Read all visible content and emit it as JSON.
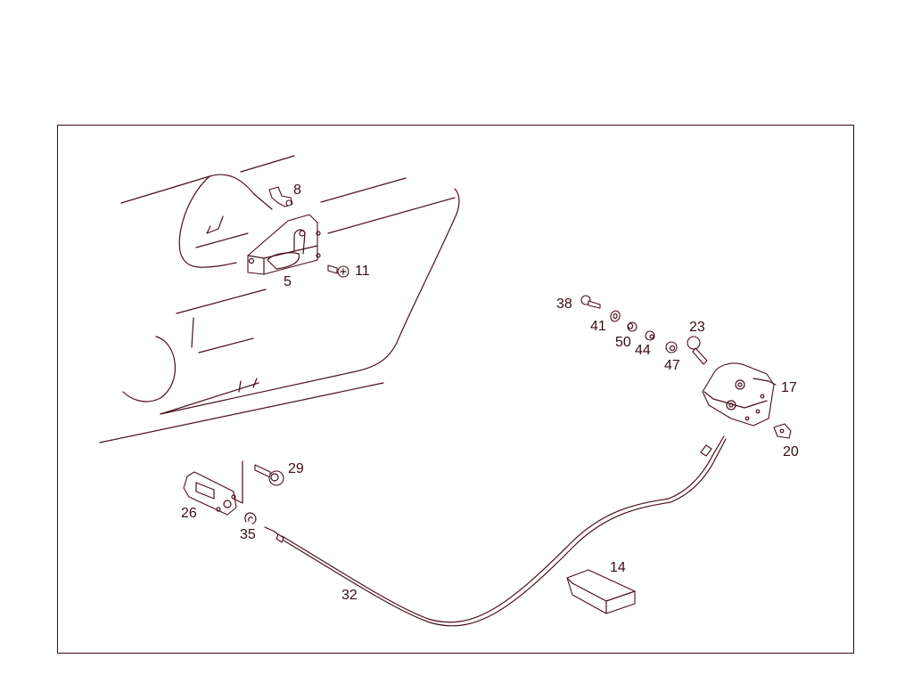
{
  "diagram": {
    "type": "exploded-parts-view",
    "subject": "door lock / central locking actuator assembly with cable",
    "line_color": "#4a0f1c",
    "background": "#ffffff",
    "callouts": [
      {
        "id": "8",
        "label": "8",
        "part": "plug/clip"
      },
      {
        "id": "5",
        "label": "5",
        "part": "door handle bracket"
      },
      {
        "id": "11",
        "label": "11",
        "part": "screw"
      },
      {
        "id": "38",
        "label": "38",
        "part": "bolt"
      },
      {
        "id": "41",
        "label": "41",
        "part": "washer"
      },
      {
        "id": "50",
        "label": "50",
        "part": "bushing"
      },
      {
        "id": "44",
        "label": "44",
        "part": "nut"
      },
      {
        "id": "47",
        "label": "47",
        "part": "grommet"
      },
      {
        "id": "23",
        "label": "23",
        "part": "bolt"
      },
      {
        "id": "17",
        "label": "17",
        "part": "door lock"
      },
      {
        "id": "20",
        "label": "20",
        "part": "clip"
      },
      {
        "id": "29",
        "label": "29",
        "part": "bolt"
      },
      {
        "id": "26",
        "label": "26",
        "part": "lock cylinder"
      },
      {
        "id": "35",
        "label": "35",
        "part": "retaining clip"
      },
      {
        "id": "32",
        "label": "32",
        "part": "bowden cable"
      },
      {
        "id": "14",
        "label": "14",
        "part": "control module"
      }
    ]
  }
}
